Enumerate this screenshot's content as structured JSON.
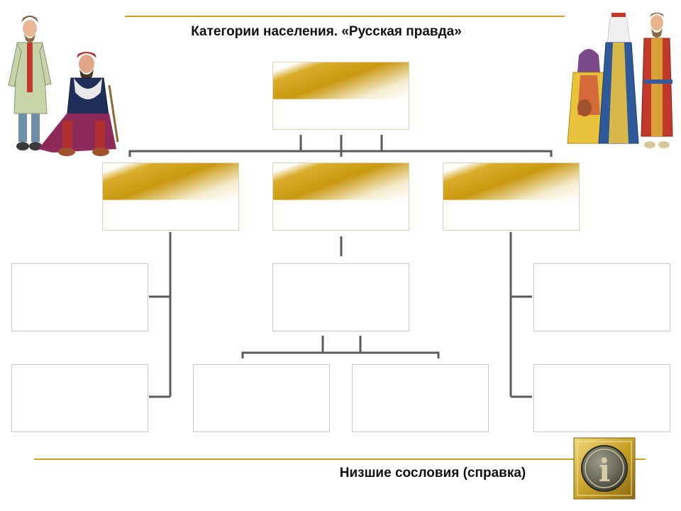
{
  "slide": {
    "title": "Категории населения. «Русская правда»",
    "footer_link": "Низшие сословия (справка)"
  },
  "info_button": {
    "icon": "info-icon",
    "glyph": "i"
  },
  "colors": {
    "accent": "#c9a227",
    "gold_fill": "#c9980e",
    "connector": "#5a5a5a",
    "box_border": "#c8c8c8"
  },
  "diagram": {
    "levels": [
      {
        "name": "top",
        "boxes": [
          ""
        ]
      },
      {
        "name": "middle",
        "boxes": [
          "",
          "",
          ""
        ]
      },
      {
        "name": "lower-left",
        "boxes": [
          "",
          ""
        ]
      },
      {
        "name": "center",
        "boxes": [
          ""
        ]
      },
      {
        "name": "center-children",
        "boxes": [
          "",
          ""
        ]
      },
      {
        "name": "lower-right",
        "boxes": [
          "",
          ""
        ]
      }
    ]
  }
}
